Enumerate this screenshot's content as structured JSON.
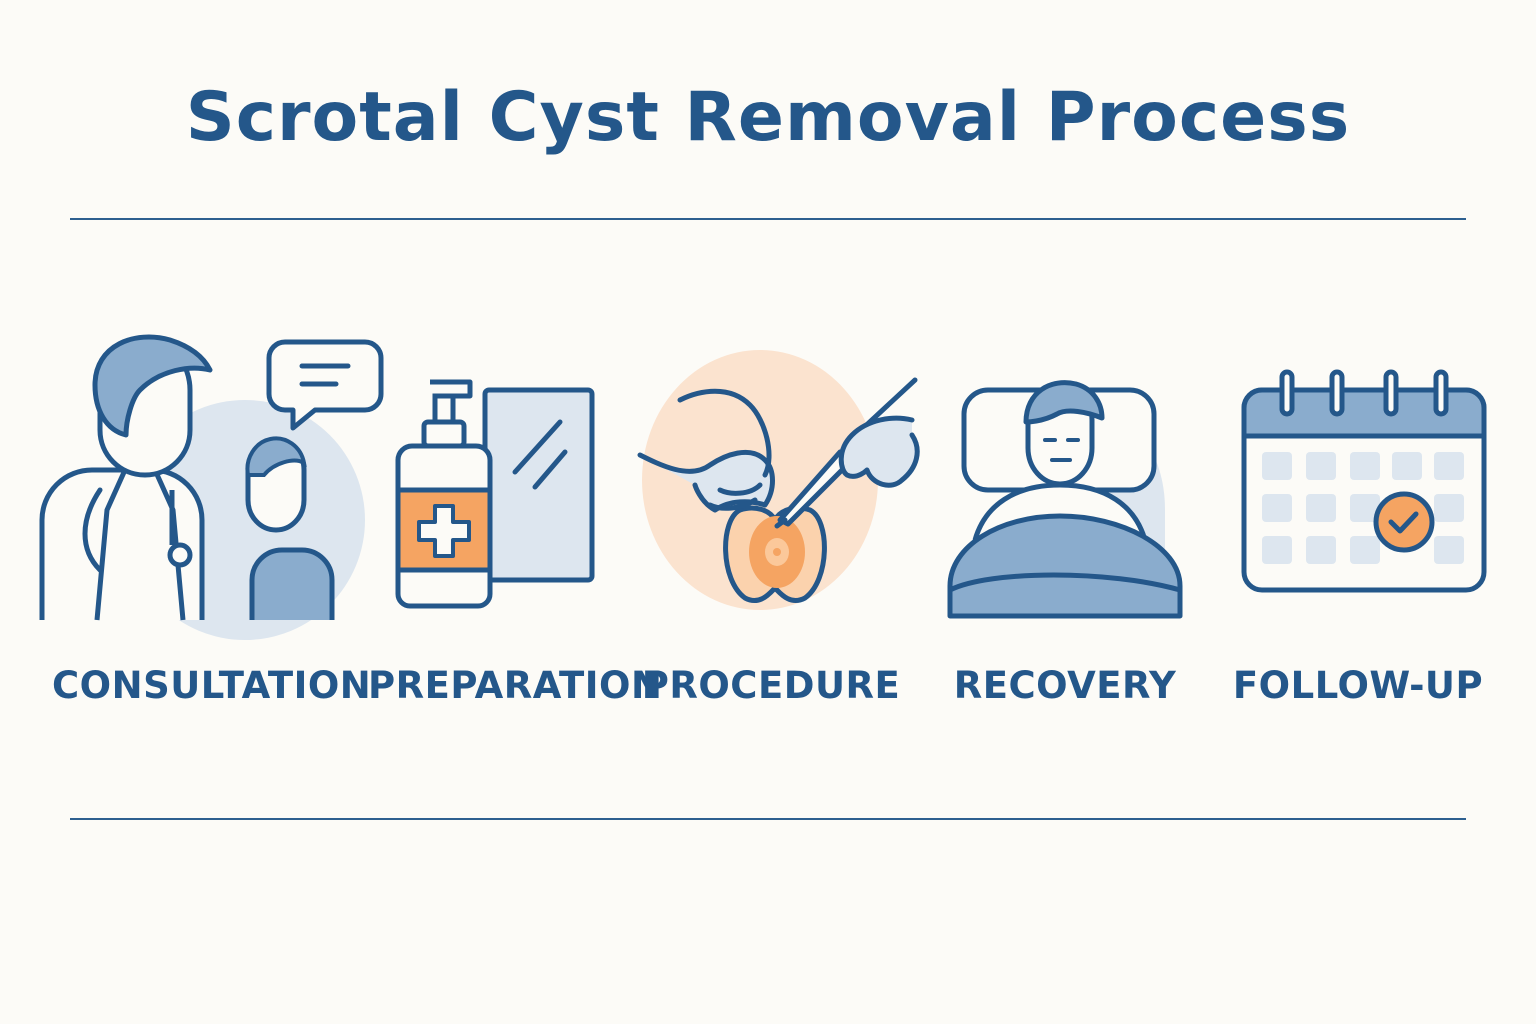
{
  "title": "Scrotal Cyst Removal Process",
  "colors": {
    "primary": "#24578a",
    "background": "#fcfbf7",
    "light_blue": "#dde6ef",
    "mid_blue": "#8aaccd",
    "orange": "#f5a462",
    "peach": "#fbe3cf"
  },
  "steps": [
    {
      "label": "CONSULTATION",
      "icon": "doctor-consultation-icon"
    },
    {
      "label": "PREPARATION",
      "icon": "sanitizer-bottle-icon"
    },
    {
      "label": "PROCEDURE",
      "icon": "scalpel-procedure-icon"
    },
    {
      "label": "RECOVERY",
      "icon": "patient-in-bed-icon"
    },
    {
      "label": "FOLLOW-UP",
      "icon": "calendar-check-icon"
    }
  ]
}
